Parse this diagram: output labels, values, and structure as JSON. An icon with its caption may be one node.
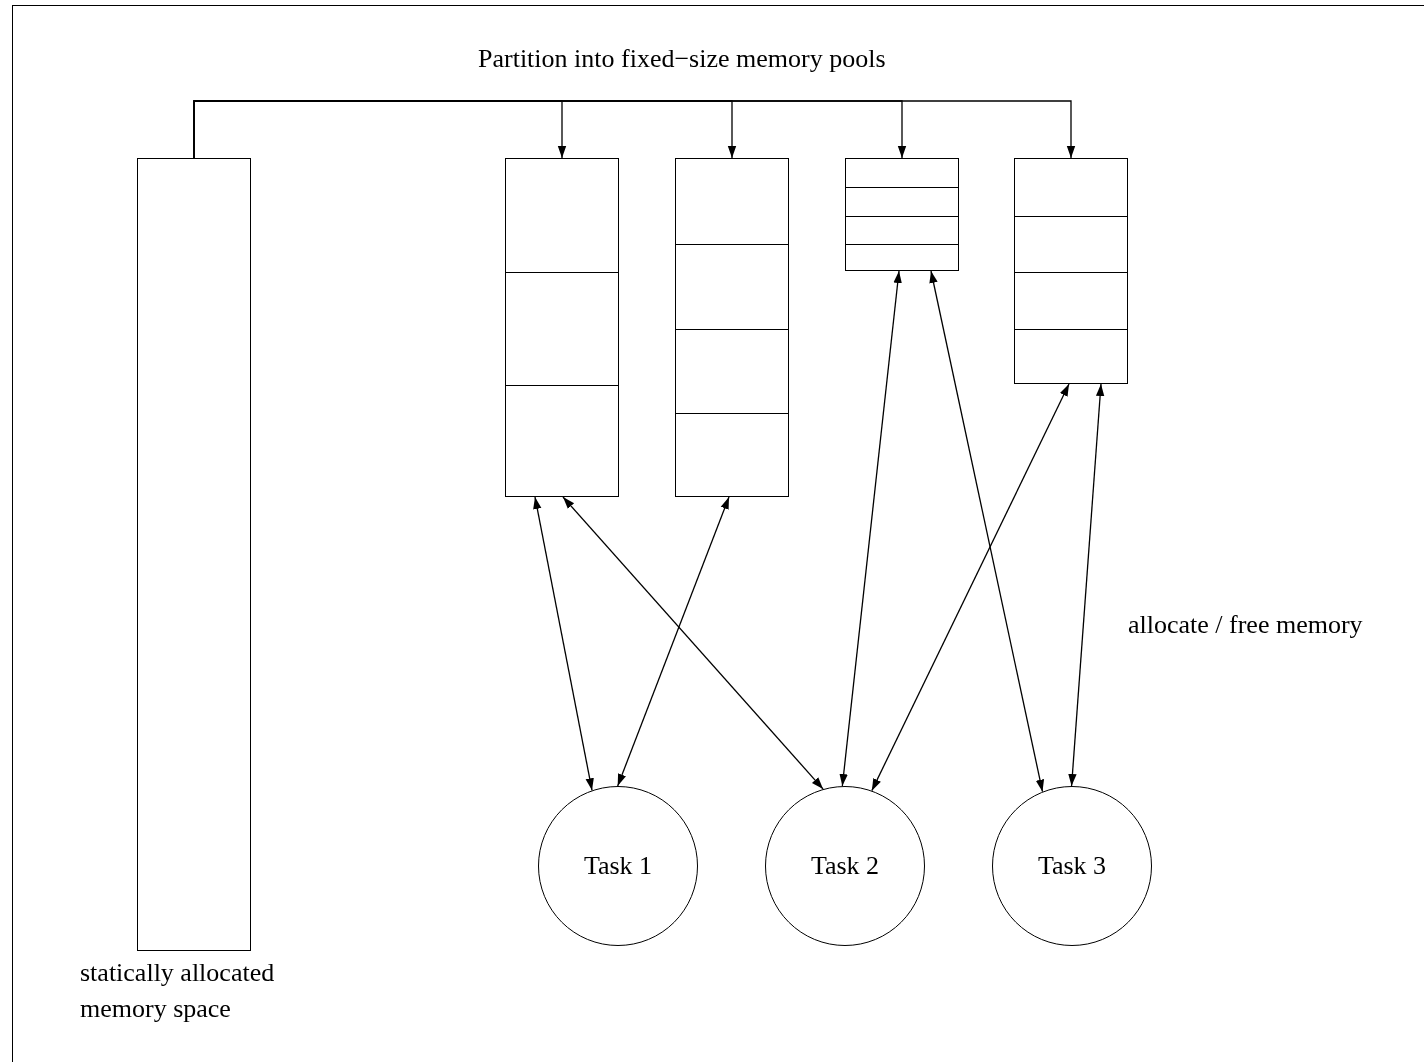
{
  "diagram": {
    "nodes": [
      {
        "text": [],
        "shape": "bar",
        "beside": [
          "statically allocated memory space"
        ]
      },
      {
        "text": [],
        "shape": "box"
      },
      {
        "text": [],
        "shape": "box"
      },
      {
        "text": [],
        "shape": "box"
      },
      {
        "text": [],
        "shape": "box"
      },
      {
        "text": [
          "Task 1"
        ]
      },
      {
        "text": [
          "Task 2"
        ]
      },
      {
        "text": [
          "Task 3"
        ]
      }
    ],
    "edges": [
      {
        "from": 0,
        "to": 1,
        "arrow": "to"
      },
      {
        "from": 0,
        "to": 2,
        "arrow": "to"
      },
      {
        "from": 0,
        "to": 3,
        "arrow": "to"
      },
      {
        "from": 0,
        "to": 4,
        "arrow": "to"
      },
      {
        "from": 1,
        "to": 5,
        "arrow": "both"
      },
      {
        "from": 1,
        "to": 6,
        "arrow": "both"
      },
      {
        "from": 2,
        "to": 5,
        "arrow": "both"
      },
      {
        "from": 3,
        "to": 6,
        "arrow": "both"
      },
      {
        "from": 3,
        "to": 7,
        "arrow": "both"
      },
      {
        "from": 4,
        "to": 6,
        "arrow": "both"
      },
      {
        "from": 4,
        "to": 7,
        "arrow": "both"
      }
    ],
    "labels": [
      "Partition into fixed−size memory pools",
      "allocate / free memory"
    ]
  }
}
